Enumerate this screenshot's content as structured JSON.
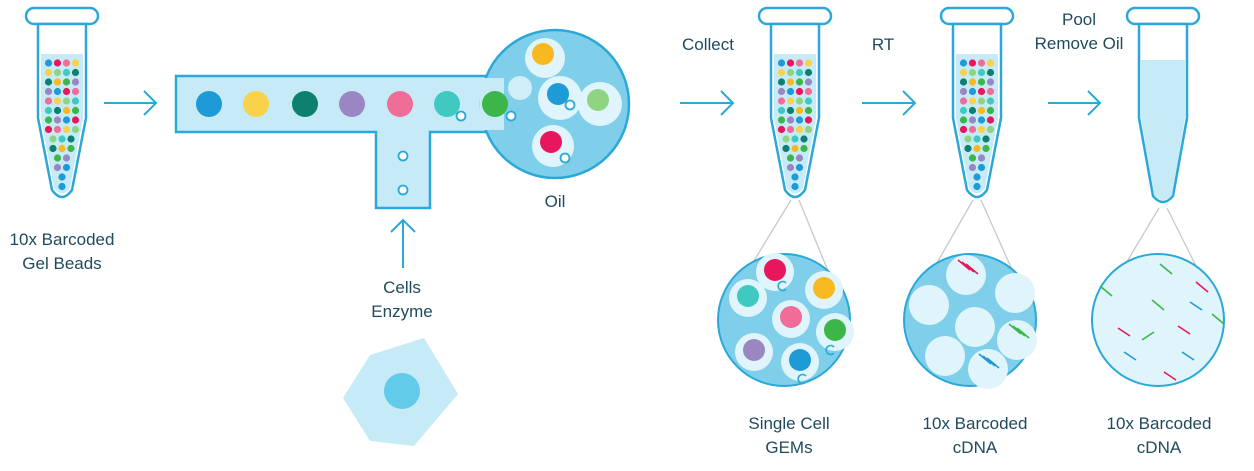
{
  "labels": {
    "gel_beads": [
      "10x Barcoded",
      "Gel Beads"
    ],
    "cells": [
      "Cells",
      "Enzyme"
    ],
    "oil": "Oil",
    "collect": "Collect",
    "rt": "RT",
    "pool": [
      "Pool",
      "Remove Oil"
    ],
    "gems": [
      "Single Cell",
      "GEMs"
    ],
    "cdna_1": [
      "10x Barcoded",
      "cDNA"
    ],
    "cdna_2": [
      "10x Barcoded",
      "cDNA"
    ]
  },
  "colors": {
    "line": "#2aa8d8",
    "channel_fill": "#c6ebf7",
    "bubble": "#dff4fb",
    "circle_bg": "#7fcfea",
    "cell_body": "#c6ebf7",
    "nucleus": "#61cbe9",
    "text": "#1f4a5e",
    "bead_palette": [
      "#1e9ad6",
      "#f7d24a",
      "#0d8070",
      "#9a87c2",
      "#f06d97",
      "#3fc9c0",
      "#3db649",
      "#e8175d",
      "#8fd483",
      "#f8b820"
    ]
  },
  "channel_beads": [
    "#1e9ad6",
    "#f7d24a",
    "#0d8070",
    "#9a87c2",
    "#f06d97",
    "#3fc9c0",
    "#3db649"
  ],
  "oil_droplets": [
    "#f8b820",
    "#1e9ad6",
    "#8fd483",
    "#e8175d"
  ],
  "gem_beads": [
    "#e8175d",
    "#f8b820",
    "#3fc9c0",
    "#f06d97",
    "#3db649",
    "#9a87c2",
    "#1e9ad6"
  ]
}
